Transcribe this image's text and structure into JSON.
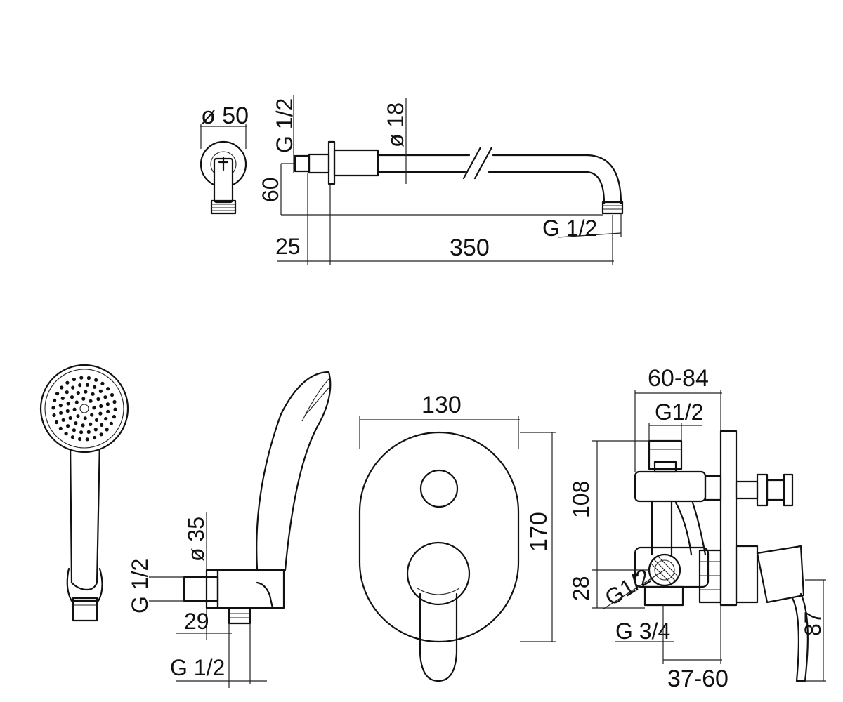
{
  "labels": {
    "flange_diameter": "ø 50",
    "arm_thread_inlet": "G 1/2",
    "arm_tube_diameter": "ø 18",
    "arm_drop": "60",
    "arm_thread_outlet": "G 1/2",
    "arm_offset": "25",
    "arm_length": "350",
    "outlet_diameter": "ø 35",
    "outlet_thread_left": "G 1/2",
    "outlet_depth": "29",
    "outlet_thread_bottom": "G 1/2",
    "plate_width": "130",
    "plate_height": "170",
    "valve_depth_range": "60-84",
    "valve_top_thread": "G1/2",
    "valve_height": "108",
    "valve_lower_offset": "28",
    "valve_side_thread": "G1/2",
    "valve_bottom_thread": "G 3/4",
    "valve_wall_range": "37-60",
    "handle_height": "87"
  }
}
